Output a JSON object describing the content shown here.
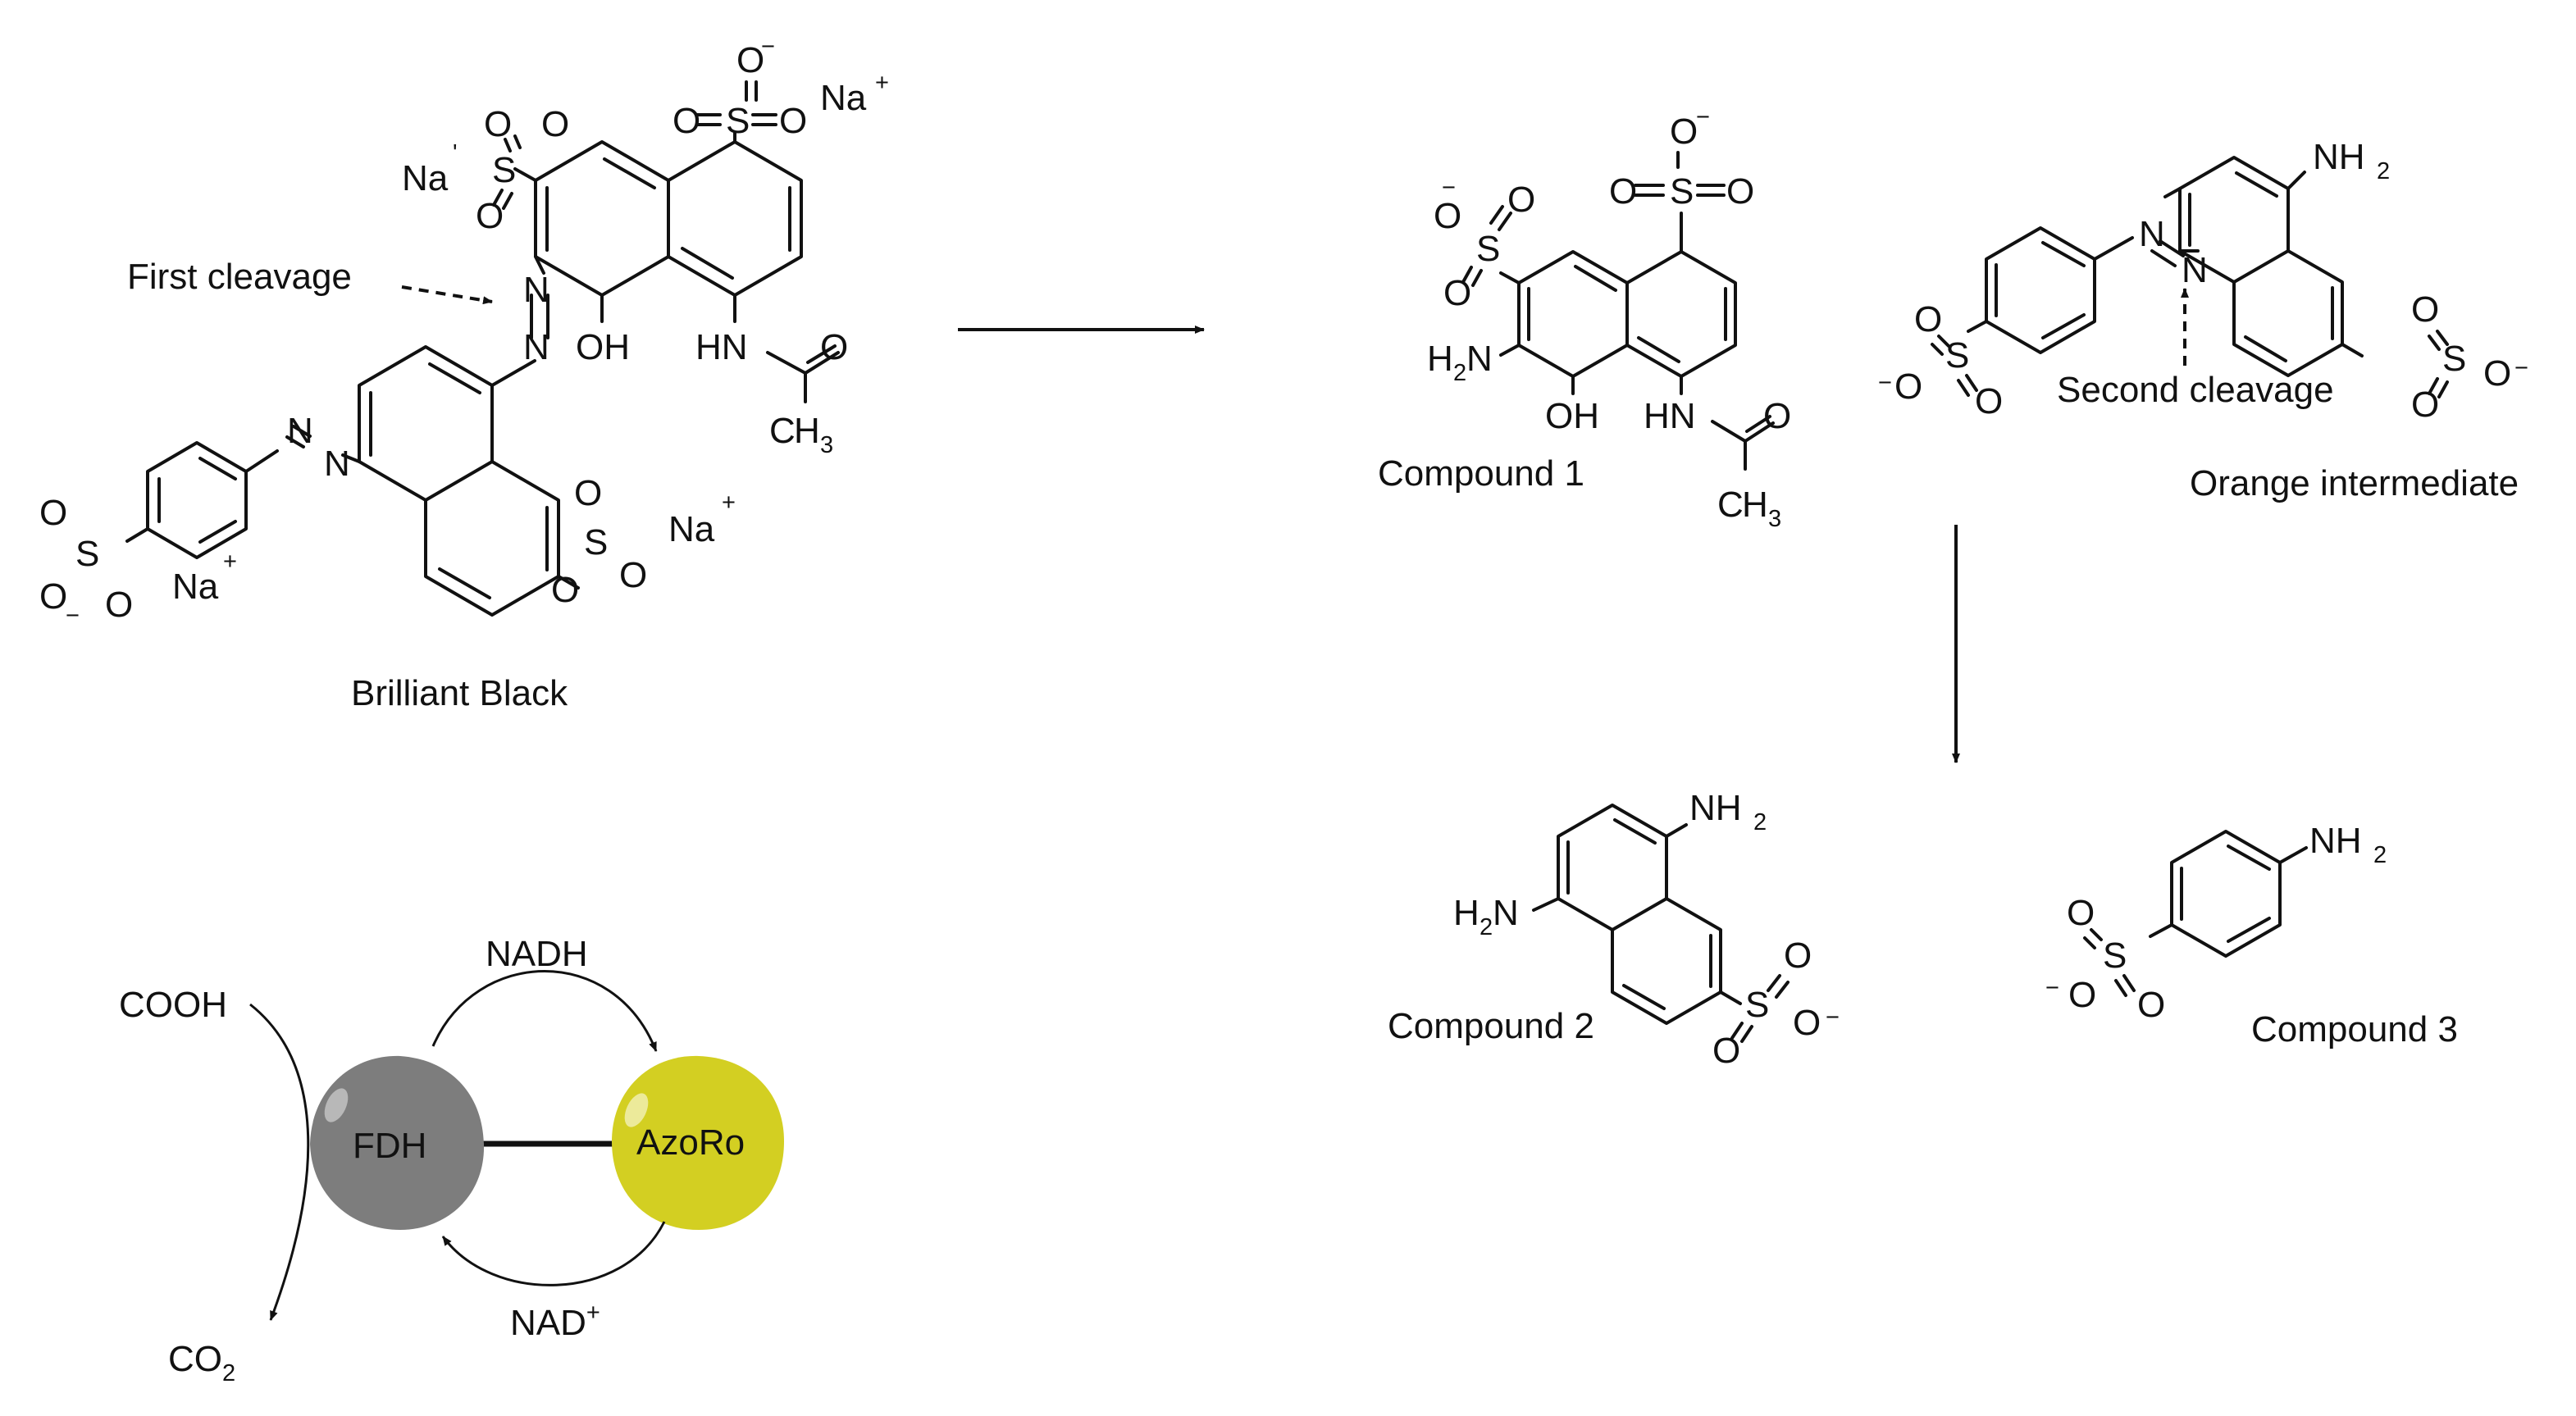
{
  "labels": {
    "first_cleavage": "First cleavage",
    "second_cleavage": "Second cleavage",
    "brilliant_black": "Brilliant Black",
    "compound_1": "Compound 1",
    "orange_intermediate": "Orange intermediate",
    "compound_2": "Compound 2",
    "compound_3": "Compound 3"
  },
  "atoms": {
    "o": "O",
    "s": "S",
    "n": "N",
    "na": "Na",
    "na_alt": "Na",
    "oh": "OH",
    "hn": "HN",
    "c": "C",
    "h": "H",
    "nh": "NH",
    "sub_3": "3",
    "sub_2": "2",
    "plus": "+",
    "minus": "−",
    "prime": "'"
  },
  "enzyme": {
    "fdh": "FDH",
    "azoro": "AzoRo",
    "nadh": "NADH",
    "nad": "NAD",
    "cooh": "COOH",
    "co": "CO"
  },
  "colors": {
    "fdh": "#7d7d7d",
    "azoro": "#d3cf22",
    "ink": "#111111"
  }
}
